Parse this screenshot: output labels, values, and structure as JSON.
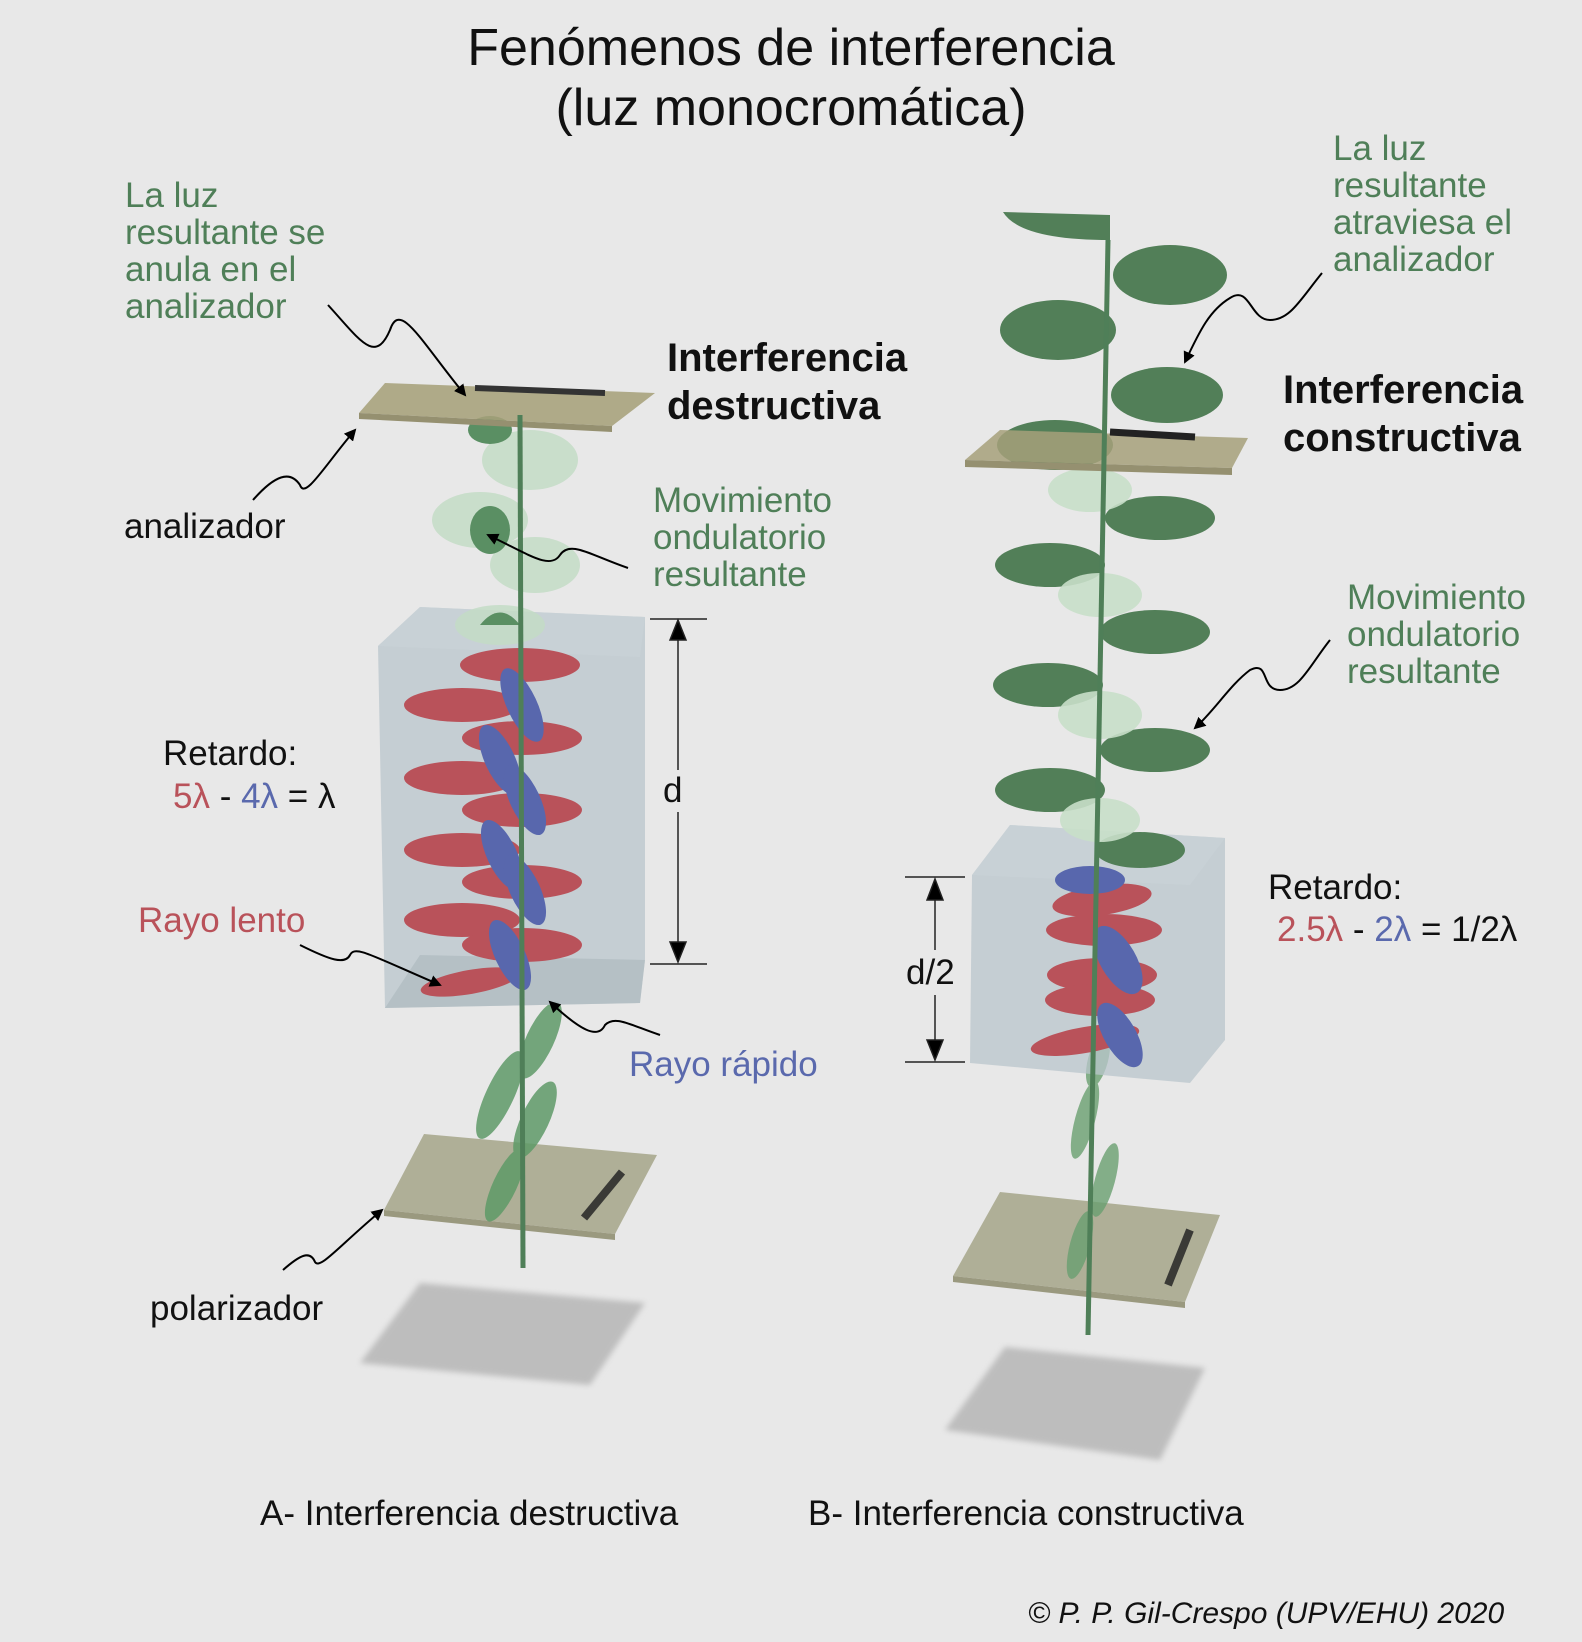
{
  "title": {
    "line1": "Fenómenos de interferencia",
    "line2": "(luz monocromática)"
  },
  "panel_a": {
    "heading_line1": "Interferencia",
    "heading_line2": "destructiva",
    "note_lines": [
      "La luz",
      "resultante se",
      "anula en el",
      "analizador"
    ],
    "analyzer_label": "analizador",
    "resultant_lines": [
      "Movimiento",
      "ondulatorio",
      "resultante"
    ],
    "retardation_label": "Retardo:",
    "retardation_slow": "5λ",
    "retardation_minus": "-",
    "retardation_fast": "4λ",
    "retardation_result": "= λ",
    "thickness_label": "d",
    "slow_ray_label": "Rayo lento",
    "fast_ray_label": "Rayo rápido",
    "polarizer_label": "polarizador",
    "caption": "A- Interferencia destructiva"
  },
  "panel_b": {
    "heading_line1": "Interferencia",
    "heading_line2": "constructiva",
    "note_lines": [
      "La luz",
      "resultante",
      "atraviesa el",
      "analizador"
    ],
    "resultant_lines": [
      "Movimiento",
      "ondulatorio",
      "resultante"
    ],
    "retardation_label": "Retardo:",
    "retardation_slow": "2.5λ",
    "retardation_minus": "-",
    "retardation_fast": "2λ",
    "retardation_result": "= 1/2λ",
    "thickness_label": "d/2",
    "caption": "B- Interferencia constructiva"
  },
  "copyright": "© P. P. Gil-Crespo (UPV/EHU) 2020",
  "colors": {
    "background": "#e8e8e8",
    "resultant_wave": "#4f7f58",
    "resultant_wave_light": "#c4dcc6",
    "slow_ray": "#b9525a",
    "fast_ray": "#5a69ad",
    "polarizer_plate": "#a8a68a",
    "crystal": "#b8c6cc"
  }
}
